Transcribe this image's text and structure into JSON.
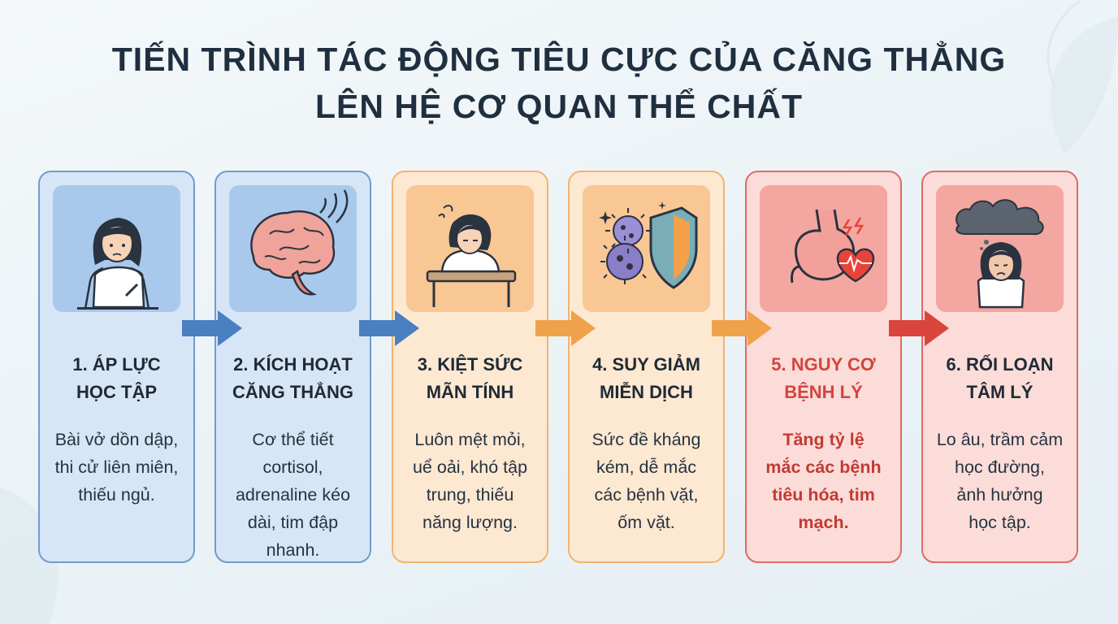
{
  "title": {
    "line1": "TIẾN TRÌNH TÁC ĐỘNG TIÊU CỰC CỦA CĂNG THẲNG",
    "line2": "LÊN HỆ CƠ QUAN THỂ CHẤT"
  },
  "steps": [
    {
      "heading_line1": "1. ÁP LỰC",
      "heading_line2": "HỌC TẬP",
      "desc_lines": [
        "Bài vở dồn dập,",
        "thi cử liên miên,",
        "thiếu ngủ."
      ],
      "icon": "student-studying-icon",
      "theme": "blue"
    },
    {
      "heading_line1": "2. KÍCH HOẠT",
      "heading_line2": "CĂNG THẲNG",
      "desc_lines": [
        "Cơ thể tiết",
        "cortisol,",
        "adrenaline kéo",
        "dài, tim đập",
        "nhanh."
      ],
      "icon": "brain-icon",
      "theme": "blue"
    },
    {
      "heading_line1": "3. KIỆT SỨC",
      "heading_line2": "MÃN TÍNH",
      "desc_lines": [
        "Luôn mệt mỏi,",
        "uể oải, khó tập",
        "trung, thiếu",
        "năng lượng."
      ],
      "icon": "exhausted-student-icon",
      "theme": "orange"
    },
    {
      "heading_line1": "4. SUY GIẢM",
      "heading_line2": "MIỄN DỊCH",
      "desc_lines": [
        "Sức đề kháng",
        "kém, dễ mắc",
        "các bệnh vặt,",
        "ốm vặt."
      ],
      "icon": "virus-shield-icon",
      "theme": "orange"
    },
    {
      "heading_line1": "5. NGUY CƠ",
      "heading_line2": "BỆNH LÝ",
      "desc_lines": [
        "Tăng tỷ lệ",
        "mắc các bệnh",
        "tiêu hóa, tim",
        "mạch."
      ],
      "icon": "stomach-heart-icon",
      "theme": "red"
    },
    {
      "heading_line1": "6. RỐI LOẠN",
      "heading_line2": "TÂM LÝ",
      "desc_lines": [
        "Lo âu, trầm cảm",
        "học đường,",
        "ảnh hưởng",
        "học tập."
      ],
      "icon": "storm-cloud-student-icon",
      "theme": "red"
    }
  ],
  "colors": {
    "blue_arrow": "#4a7fc1",
    "orange_arrow": "#f0a24a",
    "red_arrow": "#d9443c",
    "alert_text": "#d2453c"
  }
}
